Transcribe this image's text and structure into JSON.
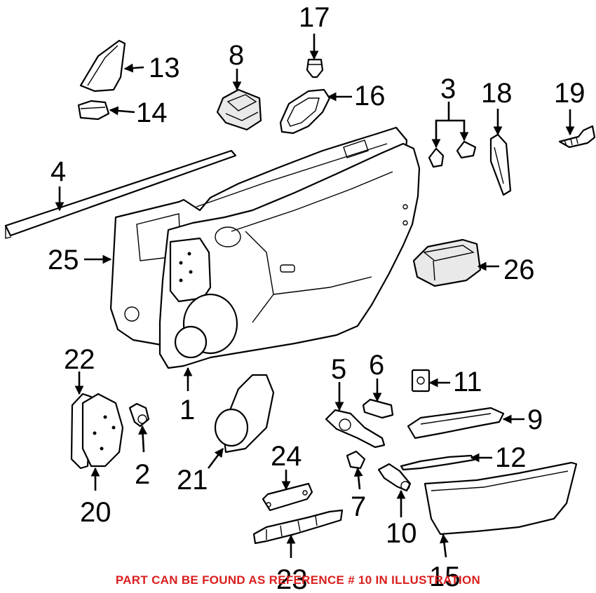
{
  "labels": {
    "l1": "1",
    "l2": "2",
    "l3": "3",
    "l4": "4",
    "l5": "5",
    "l6": "6",
    "l7": "7",
    "l8": "8",
    "l9": "9",
    "l10": "10",
    "l11": "11",
    "l12": "12",
    "l13": "13",
    "l14": "14",
    "l15": "15",
    "l16": "16",
    "l17": "17",
    "l18": "18",
    "l19": "19",
    "l20": "20",
    "l21": "21",
    "l22": "22",
    "l23": "23",
    "l24": "24",
    "l25": "25",
    "l26": "26"
  },
  "footer_note": "PART CAN BE FOUND AS REFERENCE # 10 IN ILLUSTRATION",
  "colors": {
    "note": "#d91e1e",
    "line": "#000000",
    "background": "#ffffff"
  }
}
